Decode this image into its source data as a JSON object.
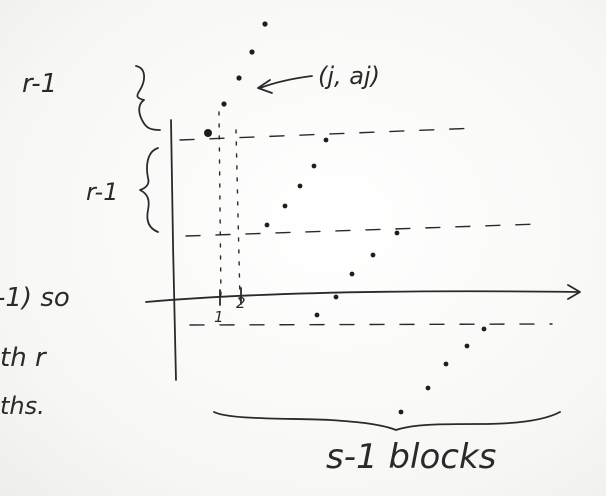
{
  "labels": {
    "top_brace": "r-1",
    "mid_brace": "r-1",
    "point": "(j, aj)",
    "tick_1": "1",
    "tick_2": "2",
    "left_cut_1": "-1) so",
    "left_cut_2": "th r",
    "left_cut_3": "ths.",
    "bottom_brace": "s-1 blocks"
  },
  "colors": {
    "ink": "#2a2a2a",
    "board": "#ffffff"
  }
}
